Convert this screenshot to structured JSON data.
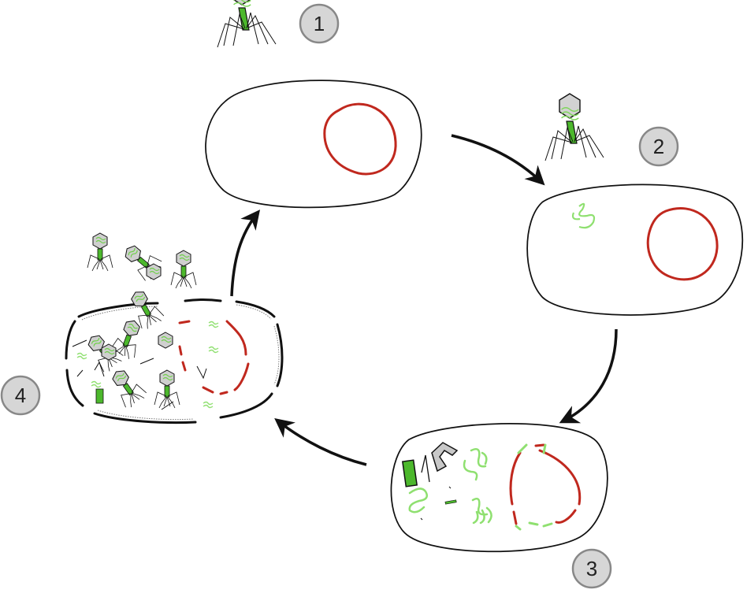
{
  "steps": [
    {
      "label": "1"
    },
    {
      "label": "2"
    },
    {
      "label": "3"
    },
    {
      "label": "4"
    }
  ],
  "colors": {
    "outline": "#111111",
    "dna_host": "#c0281e",
    "dna_phage": "#8fe070",
    "phage_body": "#5cc63c",
    "phage_head": "#d3d3d3",
    "badge_fill": "#d6d6d6",
    "badge_stroke": "#888888"
  }
}
